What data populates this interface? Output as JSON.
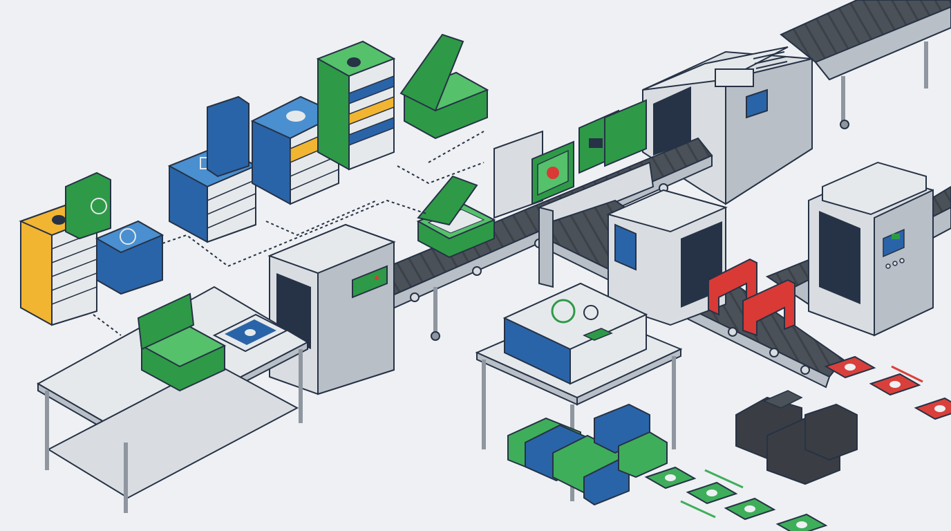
{
  "palette": {
    "background": "#eef0f3",
    "outline": "#263245",
    "steel_light": "#d9dde2",
    "steel_mid": "#b9bfc7",
    "steel_dark": "#8f969f",
    "belt": "#4b5159",
    "green": "#2e9a47",
    "green_light": "#55c16b",
    "blue": "#2a64a8",
    "blue_light": "#4a8fd0",
    "yellow": "#f2b531",
    "red": "#d93a36",
    "money_green": "#3fae5a",
    "money_red": "#d9403b",
    "rubble": "#3a3e44"
  },
  "icons": {
    "bug": "bug-icon",
    "clock": "clock-icon",
    "compass": "compass-icon",
    "magnifier": "magnifier-icon",
    "handshake": "handshake-icon",
    "checklist": "checklist-icon",
    "rat": "rat-icon"
  },
  "scene": {
    "binder_stacks": [
      "yellow-bug",
      "blue-clock",
      "blue-checklist",
      "blue-rat",
      "green-bug"
    ],
    "toolboxes": [
      "open-toolbox-top",
      "open-toolbox-belt",
      "open-toolbox-table"
    ],
    "machines": [
      "inspection-scanner-left",
      "packing-machine-top",
      "inspection-scanner-center",
      "sorting-machine-right"
    ],
    "outputs": {
      "accepted": "green-money-bills",
      "rejected": "red-money-bills",
      "scrap": "rubble-pile"
    }
  }
}
